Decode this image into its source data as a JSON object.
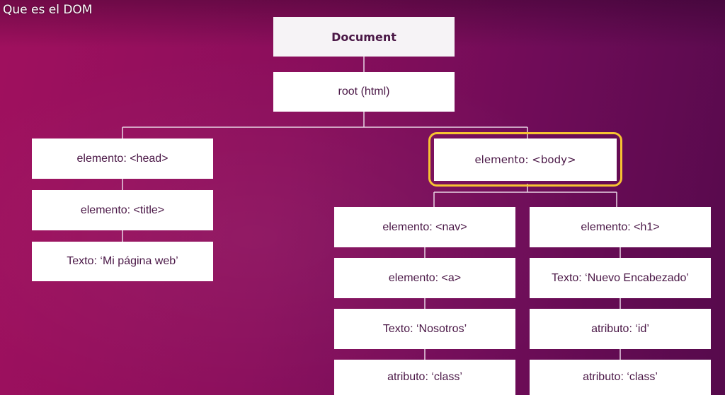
{
  "video_title": "Que es el DOM",
  "highlight_color": "#f6c332",
  "nodes": {
    "document": "Document",
    "root": "root (html)",
    "head": "elemento: <head>",
    "title": "elemento: <title>",
    "title_text": "Texto: ‘Mi página web’",
    "body": "elemento: <body>",
    "nav": "elemento: <nav>",
    "a": "elemento: <a>",
    "a_text": "Texto: ‘Nosotros’",
    "a_attr": "atributo: ‘class’",
    "h1": "elemento: <h1>",
    "h1_text": "Texto: ‘Nuevo Encabezado’",
    "h1_attr_id": "atributo: ‘id’",
    "h1_attr_class": "atributo: ‘class’"
  }
}
